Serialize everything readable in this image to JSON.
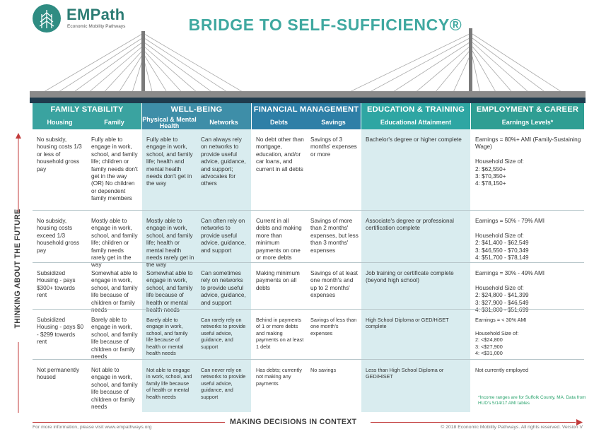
{
  "brand": {
    "name": "EMPath",
    "subtitle": "Economic Mobility Pathways"
  },
  "title": "BRIDGE TO SELF-SUFFICIENCY®",
  "colors": {
    "family_stability": "#3aa3a0",
    "well_being": "#3e8ea8",
    "financial_management": "#2e7fa7",
    "education_training": "#2ea6a3",
    "employment_career": "#2f9e93",
    "tint": "#d9ecef",
    "arrow": "#c23b3b",
    "note": "#2ba46e"
  },
  "headers": [
    {
      "category": "FAMILY STABILITY",
      "subs": [
        "Housing",
        "Family"
      ]
    },
    {
      "category": "WELL-BEING",
      "subs": [
        "Physical & Mental Health",
        "Networks"
      ]
    },
    {
      "category": "FINANCIAL MANAGEMENT",
      "subs": [
        "Debts",
        "Savings"
      ]
    },
    {
      "category": "EDUCATION & TRAINING",
      "subs": [
        "Educational Attainment"
      ]
    },
    {
      "category": "EMPLOYMENT & CAREER",
      "subs": [
        "Earnings Levels*"
      ]
    }
  ],
  "rows": [
    {
      "housing": "No subsidy, housing costs 1/3 or less of household gross pay",
      "family": "Fully able to engage in work, school, and family life; children or family needs don't get in the way (OR) No children or dependent family members",
      "health": "Fully able to engage in work, school, and family life; health and mental health needs don't get in the way",
      "networks": "Can always rely on networks to provide useful advice, guidance, and support; advocates for others",
      "debts": "No debt other than mortgage, education, and/or car loans, and current in all debts",
      "savings": "Savings of 3 months' expenses or more",
      "education": "Bachelor's degree or higher complete",
      "earnings": "Earnings = 80%+ AMI (Family-Sustaining Wage)\n\nHousehold Size of:\n2: $62,550+\n3: $70,350+\n4: $78,150+"
    },
    {
      "housing": "No subsidy, housing costs exceed 1/3 household gross pay",
      "family": "Mostly able to engage in work, school, and family life; children or family needs rarely get in the way",
      "health": "Mostly able to engage in work, school, and family life; health or mental health needs rarely get in the way",
      "networks": "Can often rely on networks to provide useful advice, guidance, and support",
      "debts": "Current in all debts and making more than minimum payments on one or more debts",
      "savings": "Savings of more than 2 months' expenses, but less than 3 months' expenses",
      "education": "Associate's degree or professional certification complete",
      "earnings": "Earnings = 50% - 79% AMI\n\nHousehold Size of:\n2: $41,400 - $62,549\n3: $46,550 - $70,349\n4: $51,700 - $78,149"
    },
    {
      "housing": "Subsidized Housing - pays $300+ towards rent",
      "family": "Somewhat able to engage in work, school, and family life because of children or family needs",
      "health": "Somewhat able to engage in work, school, and family life because of health or mental health needs",
      "networks": "Can sometimes rely on networks to provide useful advice, guidance, and support",
      "debts": "Making minimum payments on all debts",
      "savings": "Savings of at least one month's and up to 2 months' expenses",
      "education": "Job training or certificate complete (beyond high school)",
      "earnings": "Earnings = 30% - 49% AMI\n\nHousehold Size of:\n2: $24,800 - $41,399\n3: $27,900 - $46,549\n4: $31,000 - $51,699"
    },
    {
      "housing": "Subsidized Housing - pays $0 - $299 towards rent",
      "family": "Barely able to engage in work, school, and family life because of children or family needs",
      "health": "Barely able to engage in work, school, and family life because of health or mental health needs",
      "networks": "Can rarely rely on networks to provide useful advice, guidance, and support",
      "debts": "Behind in payments of 1 or more debts and making payments on at least 1 debt",
      "savings": "Savings of less than one month's expenses",
      "education": "High School Diploma or GED/HiSET complete",
      "earnings": "Earnings = < 30% AMI\n\nHousehold Size of:\n2: <$24,800\n3: <$27,900\n4: <$31,000"
    },
    {
      "housing": "Not permanently housed",
      "family": "Not able to engage in work, school, and family life because of children or family needs",
      "health": "Not able to engage in work, school, and family life because of health or mental health needs",
      "networks": "Can never rely on networks to provide useful advice, guidance, and support",
      "debts": "Has debts; currently not making any payments",
      "savings": "No savings",
      "education": "Less than High School Diploma or GED/HiSET",
      "earnings": "Not currently employed"
    }
  ],
  "side_label": "THINKING ABOUT THE FUTURE",
  "bottom_label": "MAKING DECISIONS IN CONTEXT",
  "income_note": "*Income ranges are for Suffolk County, MA. Data from HUD's 5/14/17 AMI tables",
  "footer": {
    "left": "For more information, please visit www.empathways.org",
    "right": "© 2018 Economic Mobility Pathways. All rights reserved. Version V"
  }
}
